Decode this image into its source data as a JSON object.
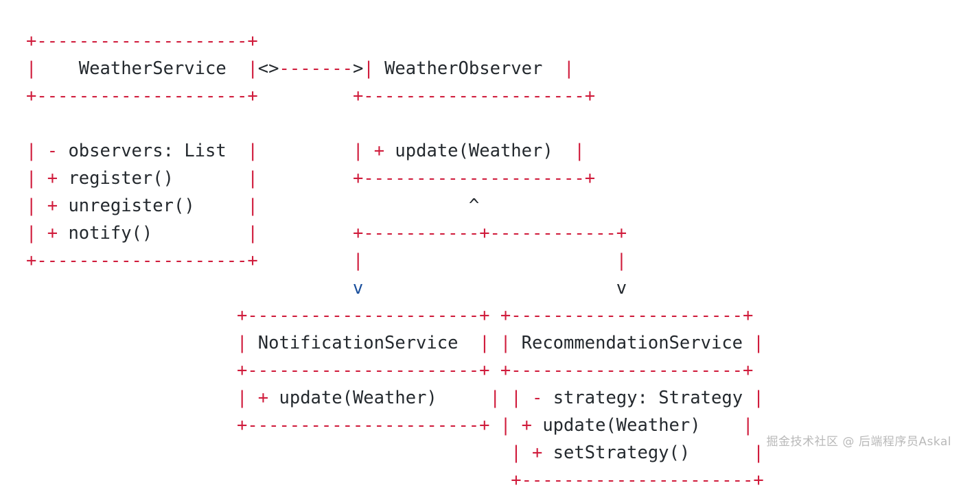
{
  "meta": {
    "diagram_type": "ascii-uml-class-diagram",
    "title": "Observer Pattern - Weather Service Class Diagram"
  },
  "colors": {
    "background": "#ffffff",
    "box_glyph": "#d01c3c",
    "identifier": "#24292e",
    "arrow_glyph": "#24292e",
    "highlight_blue": "#1a4f9c",
    "watermark": "#b9b9b9"
  },
  "classes": {
    "weather_service": {
      "name": "WeatherService",
      "members": [
        {
          "visibility": "-",
          "text": "observers: List"
        },
        {
          "visibility": "+",
          "text": "register()"
        },
        {
          "visibility": "+",
          "text": "unregister()"
        },
        {
          "visibility": "+",
          "text": "notify()"
        }
      ]
    },
    "weather_observer": {
      "name": "WeatherObserver",
      "members": [
        {
          "visibility": "+",
          "text": "update(Weather)"
        }
      ]
    },
    "notification_service": {
      "name": "NotificationService",
      "members": [
        {
          "visibility": "+",
          "text": "update(Weather)"
        }
      ]
    },
    "recommendation_service": {
      "name": "RecommendationService",
      "members": [
        {
          "visibility": "-",
          "text": "strategy: Strategy"
        },
        {
          "visibility": "+",
          "text": "update(Weather)"
        },
        {
          "visibility": "+",
          "text": "setStrategy()"
        }
      ]
    }
  },
  "relations": {
    "aggregation": {
      "from": "WeatherService",
      "to": "WeatherObserver",
      "glyph": "<>------->",
      "kind": "aggregation-arrow"
    },
    "inheritance_up_marker": "^",
    "inheritance_down_left": "v",
    "inheritance_down_right": "v"
  },
  "lines": [
    {
      "id": "l01",
      "tokens": [
        {
          "t": "+--------------------+",
          "c": "box"
        }
      ]
    },
    {
      "id": "l02",
      "tokens": [
        {
          "t": "|",
          "c": "box"
        },
        {
          "t": "    ",
          "c": "space"
        },
        {
          "t": "WeatherService",
          "c": "ident"
        },
        {
          "t": "  ",
          "c": "space"
        },
        {
          "t": "|",
          "c": "box"
        },
        {
          "t": "<>",
          "c": "arrow"
        },
        {
          "t": "-------",
          "c": "box"
        },
        {
          "t": ">",
          "c": "arrow"
        },
        {
          "t": "|",
          "c": "box"
        },
        {
          "t": " ",
          "c": "space"
        },
        {
          "t": "WeatherObserver",
          "c": "ident"
        },
        {
          "t": "  ",
          "c": "space"
        },
        {
          "t": "|",
          "c": "box"
        }
      ]
    },
    {
      "id": "l03",
      "tokens": [
        {
          "t": "+--------------------+",
          "c": "box"
        },
        {
          "t": "         ",
          "c": "space"
        },
        {
          "t": "+---------------------+",
          "c": "box"
        }
      ]
    },
    {
      "id": "l04",
      "tokens": [
        {
          "t": "",
          "c": "space"
        }
      ]
    },
    {
      "id": "l05",
      "tokens": [
        {
          "t": "|",
          "c": "box"
        },
        {
          "t": " ",
          "c": "space"
        },
        {
          "t": "-",
          "c": "box"
        },
        {
          "t": " ",
          "c": "space"
        },
        {
          "t": "observers: List",
          "c": "ident"
        },
        {
          "t": "  ",
          "c": "space"
        },
        {
          "t": "|",
          "c": "box"
        },
        {
          "t": "         ",
          "c": "space"
        },
        {
          "t": "|",
          "c": "box"
        },
        {
          "t": " ",
          "c": "space"
        },
        {
          "t": "+",
          "c": "box"
        },
        {
          "t": " ",
          "c": "space"
        },
        {
          "t": "update(Weather)",
          "c": "ident"
        },
        {
          "t": "  ",
          "c": "space"
        },
        {
          "t": "|",
          "c": "box"
        }
      ]
    },
    {
      "id": "l06",
      "tokens": [
        {
          "t": "|",
          "c": "box"
        },
        {
          "t": " ",
          "c": "space"
        },
        {
          "t": "+",
          "c": "box"
        },
        {
          "t": " ",
          "c": "space"
        },
        {
          "t": "register()",
          "c": "ident"
        },
        {
          "t": "       ",
          "c": "space"
        },
        {
          "t": "|",
          "c": "box"
        },
        {
          "t": "         ",
          "c": "space"
        },
        {
          "t": "+---------------------+",
          "c": "box"
        }
      ]
    },
    {
      "id": "l07",
      "tokens": [
        {
          "t": "|",
          "c": "box"
        },
        {
          "t": " ",
          "c": "space"
        },
        {
          "t": "+",
          "c": "box"
        },
        {
          "t": " ",
          "c": "space"
        },
        {
          "t": "unregister()",
          "c": "ident"
        },
        {
          "t": "     ",
          "c": "space"
        },
        {
          "t": "|",
          "c": "box"
        },
        {
          "t": "                    ",
          "c": "space"
        },
        {
          "t": "^",
          "c": "arrow"
        }
      ]
    },
    {
      "id": "l08",
      "tokens": [
        {
          "t": "|",
          "c": "box"
        },
        {
          "t": " ",
          "c": "space"
        },
        {
          "t": "+",
          "c": "box"
        },
        {
          "t": " ",
          "c": "space"
        },
        {
          "t": "notify()",
          "c": "ident"
        },
        {
          "t": "         ",
          "c": "space"
        },
        {
          "t": "|",
          "c": "box"
        },
        {
          "t": "         ",
          "c": "space"
        },
        {
          "t": "+-----------+------------+",
          "c": "box"
        }
      ]
    },
    {
      "id": "l09",
      "tokens": [
        {
          "t": "+--------------------+",
          "c": "box"
        },
        {
          "t": "         ",
          "c": "space"
        },
        {
          "t": "|",
          "c": "box"
        },
        {
          "t": "                        ",
          "c": "space"
        },
        {
          "t": "|",
          "c": "box"
        }
      ]
    },
    {
      "id": "l10",
      "tokens": [
        {
          "t": "                               ",
          "c": "space"
        },
        {
          "t": "v",
          "c": "blue"
        },
        {
          "t": "                        ",
          "c": "space"
        },
        {
          "t": "v",
          "c": "arrow"
        }
      ]
    },
    {
      "id": "l11",
      "tokens": [
        {
          "t": "                    ",
          "c": "space"
        },
        {
          "t": "+----------------------+",
          "c": "box"
        },
        {
          "t": " ",
          "c": "space"
        },
        {
          "t": "+----------------------+",
          "c": "box"
        }
      ]
    },
    {
      "id": "l12",
      "tokens": [
        {
          "t": "                    ",
          "c": "space"
        },
        {
          "t": "|",
          "c": "box"
        },
        {
          "t": " ",
          "c": "space"
        },
        {
          "t": "NotificationService",
          "c": "ident"
        },
        {
          "t": "  ",
          "c": "space"
        },
        {
          "t": "|",
          "c": "box"
        },
        {
          "t": " ",
          "c": "space"
        },
        {
          "t": "|",
          "c": "box"
        },
        {
          "t": " ",
          "c": "space"
        },
        {
          "t": "RecommendationService",
          "c": "ident"
        },
        {
          "t": " ",
          "c": "space"
        },
        {
          "t": "|",
          "c": "box"
        }
      ]
    },
    {
      "id": "l13",
      "tokens": [
        {
          "t": "                    ",
          "c": "space"
        },
        {
          "t": "+----------------------+",
          "c": "box"
        },
        {
          "t": " ",
          "c": "space"
        },
        {
          "t": "+----------------------+",
          "c": "box"
        }
      ]
    },
    {
      "id": "l14",
      "tokens": [
        {
          "t": "                    ",
          "c": "space"
        },
        {
          "t": "|",
          "c": "box"
        },
        {
          "t": " ",
          "c": "space"
        },
        {
          "t": "+",
          "c": "box"
        },
        {
          "t": " ",
          "c": "space"
        },
        {
          "t": "update(Weather)",
          "c": "ident"
        },
        {
          "t": "     ",
          "c": "space"
        },
        {
          "t": "|",
          "c": "box"
        },
        {
          "t": " ",
          "c": "space"
        },
        {
          "t": "|",
          "c": "box"
        },
        {
          "t": " ",
          "c": "space"
        },
        {
          "t": "-",
          "c": "box"
        },
        {
          "t": " ",
          "c": "space"
        },
        {
          "t": "strategy: Strategy",
          "c": "ident"
        },
        {
          "t": " ",
          "c": "space"
        },
        {
          "t": "|",
          "c": "box"
        }
      ]
    },
    {
      "id": "l15",
      "tokens": [
        {
          "t": "                    ",
          "c": "space"
        },
        {
          "t": "+----------------------+",
          "c": "box"
        },
        {
          "t": " ",
          "c": "space"
        },
        {
          "t": "|",
          "c": "box"
        },
        {
          "t": " ",
          "c": "space"
        },
        {
          "t": "+",
          "c": "box"
        },
        {
          "t": " ",
          "c": "space"
        },
        {
          "t": "update(Weather)",
          "c": "ident"
        },
        {
          "t": "    ",
          "c": "space"
        },
        {
          "t": "|",
          "c": "box"
        }
      ]
    },
    {
      "id": "l16",
      "tokens": [
        {
          "t": "                                              ",
          "c": "space"
        },
        {
          "t": "|",
          "c": "box"
        },
        {
          "t": " ",
          "c": "space"
        },
        {
          "t": "+",
          "c": "box"
        },
        {
          "t": " ",
          "c": "space"
        },
        {
          "t": "setStrategy()",
          "c": "ident"
        },
        {
          "t": "      ",
          "c": "space"
        },
        {
          "t": "|",
          "c": "box"
        }
      ]
    },
    {
      "id": "l17",
      "tokens": [
        {
          "t": "                                              ",
          "c": "space"
        },
        {
          "t": "+----------------------+",
          "c": "box"
        }
      ]
    }
  ],
  "watermark": {
    "text": "掘金技术社区 @ 后端程序员Askal"
  }
}
